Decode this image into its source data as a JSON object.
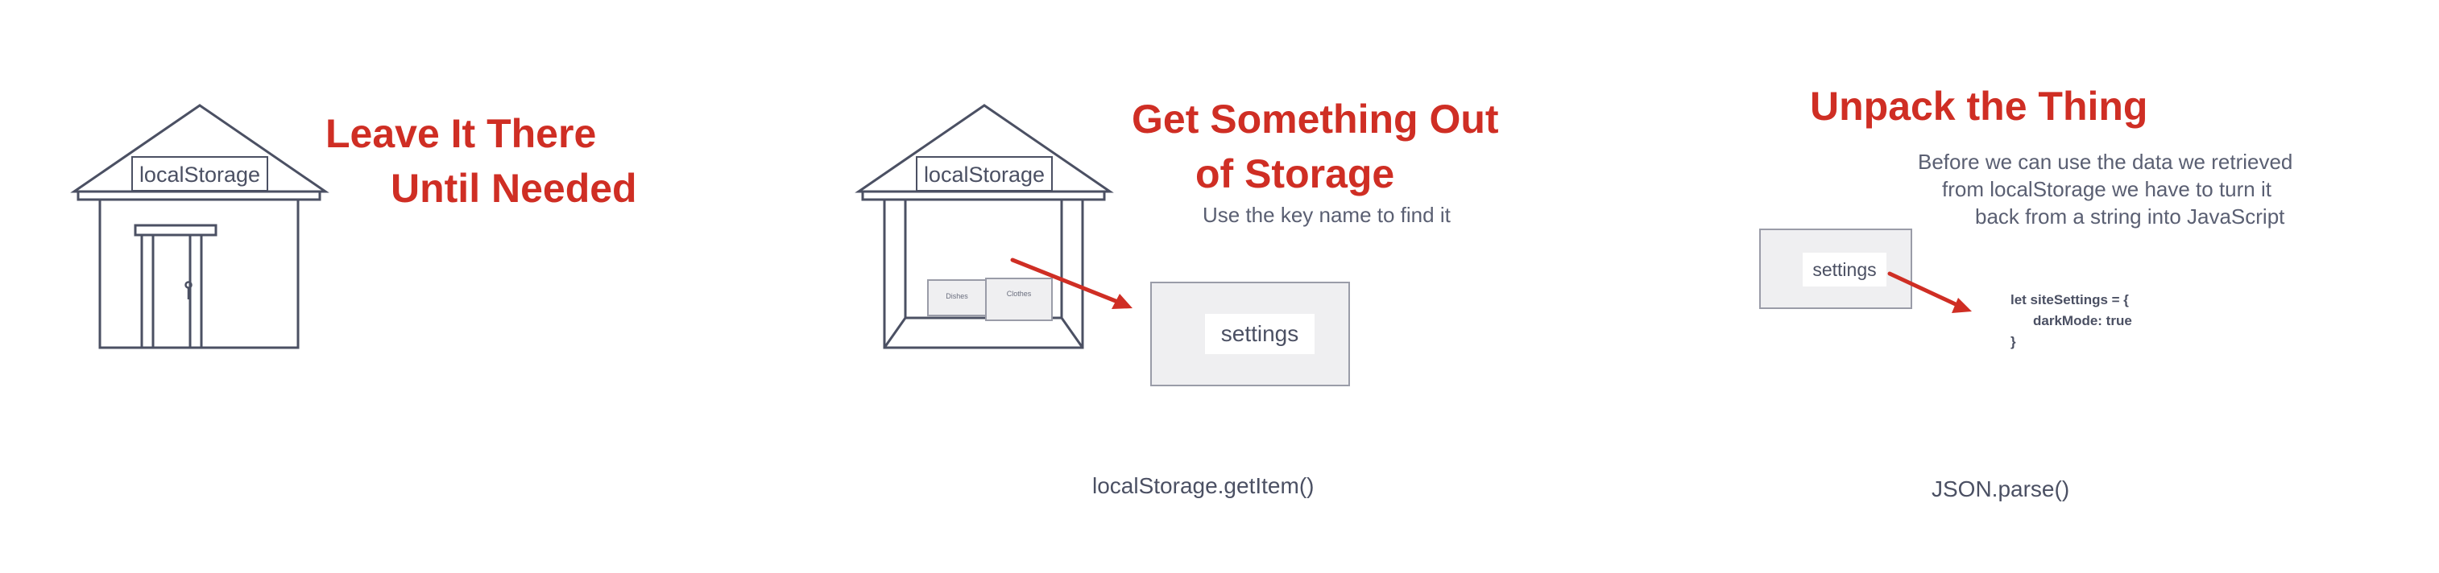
{
  "colors": {
    "accent_red": "#cf2e24",
    "line_gray": "#4b5063",
    "box_fill": "#efeff1",
    "box_border": "#9a9ca8"
  },
  "panel1": {
    "title_line1": "Leave It There",
    "title_line2": "Until Needed",
    "house_label": "localStorage"
  },
  "panel2": {
    "title_line1": "Get Something Out",
    "title_line2": "of Storage",
    "subtitle": "Use the key name to find it",
    "house_label": "localStorage",
    "box_left": "Dishes",
    "box_right": "Clothes",
    "key_box_label": "settings",
    "caption": "localStorage.getItem()"
  },
  "panel3": {
    "title": "Unpack the Thing",
    "desc_line1": "Before we can use the data we retrieved",
    "desc_line2": "from localStorage we have to turn it",
    "desc_line3": "back from a string into JavaScript",
    "key_box_label": "settings",
    "code_line1": "let siteSettings = {",
    "code_line2": "darkMode: true",
    "code_line3": "}",
    "caption": "JSON.parse()"
  }
}
